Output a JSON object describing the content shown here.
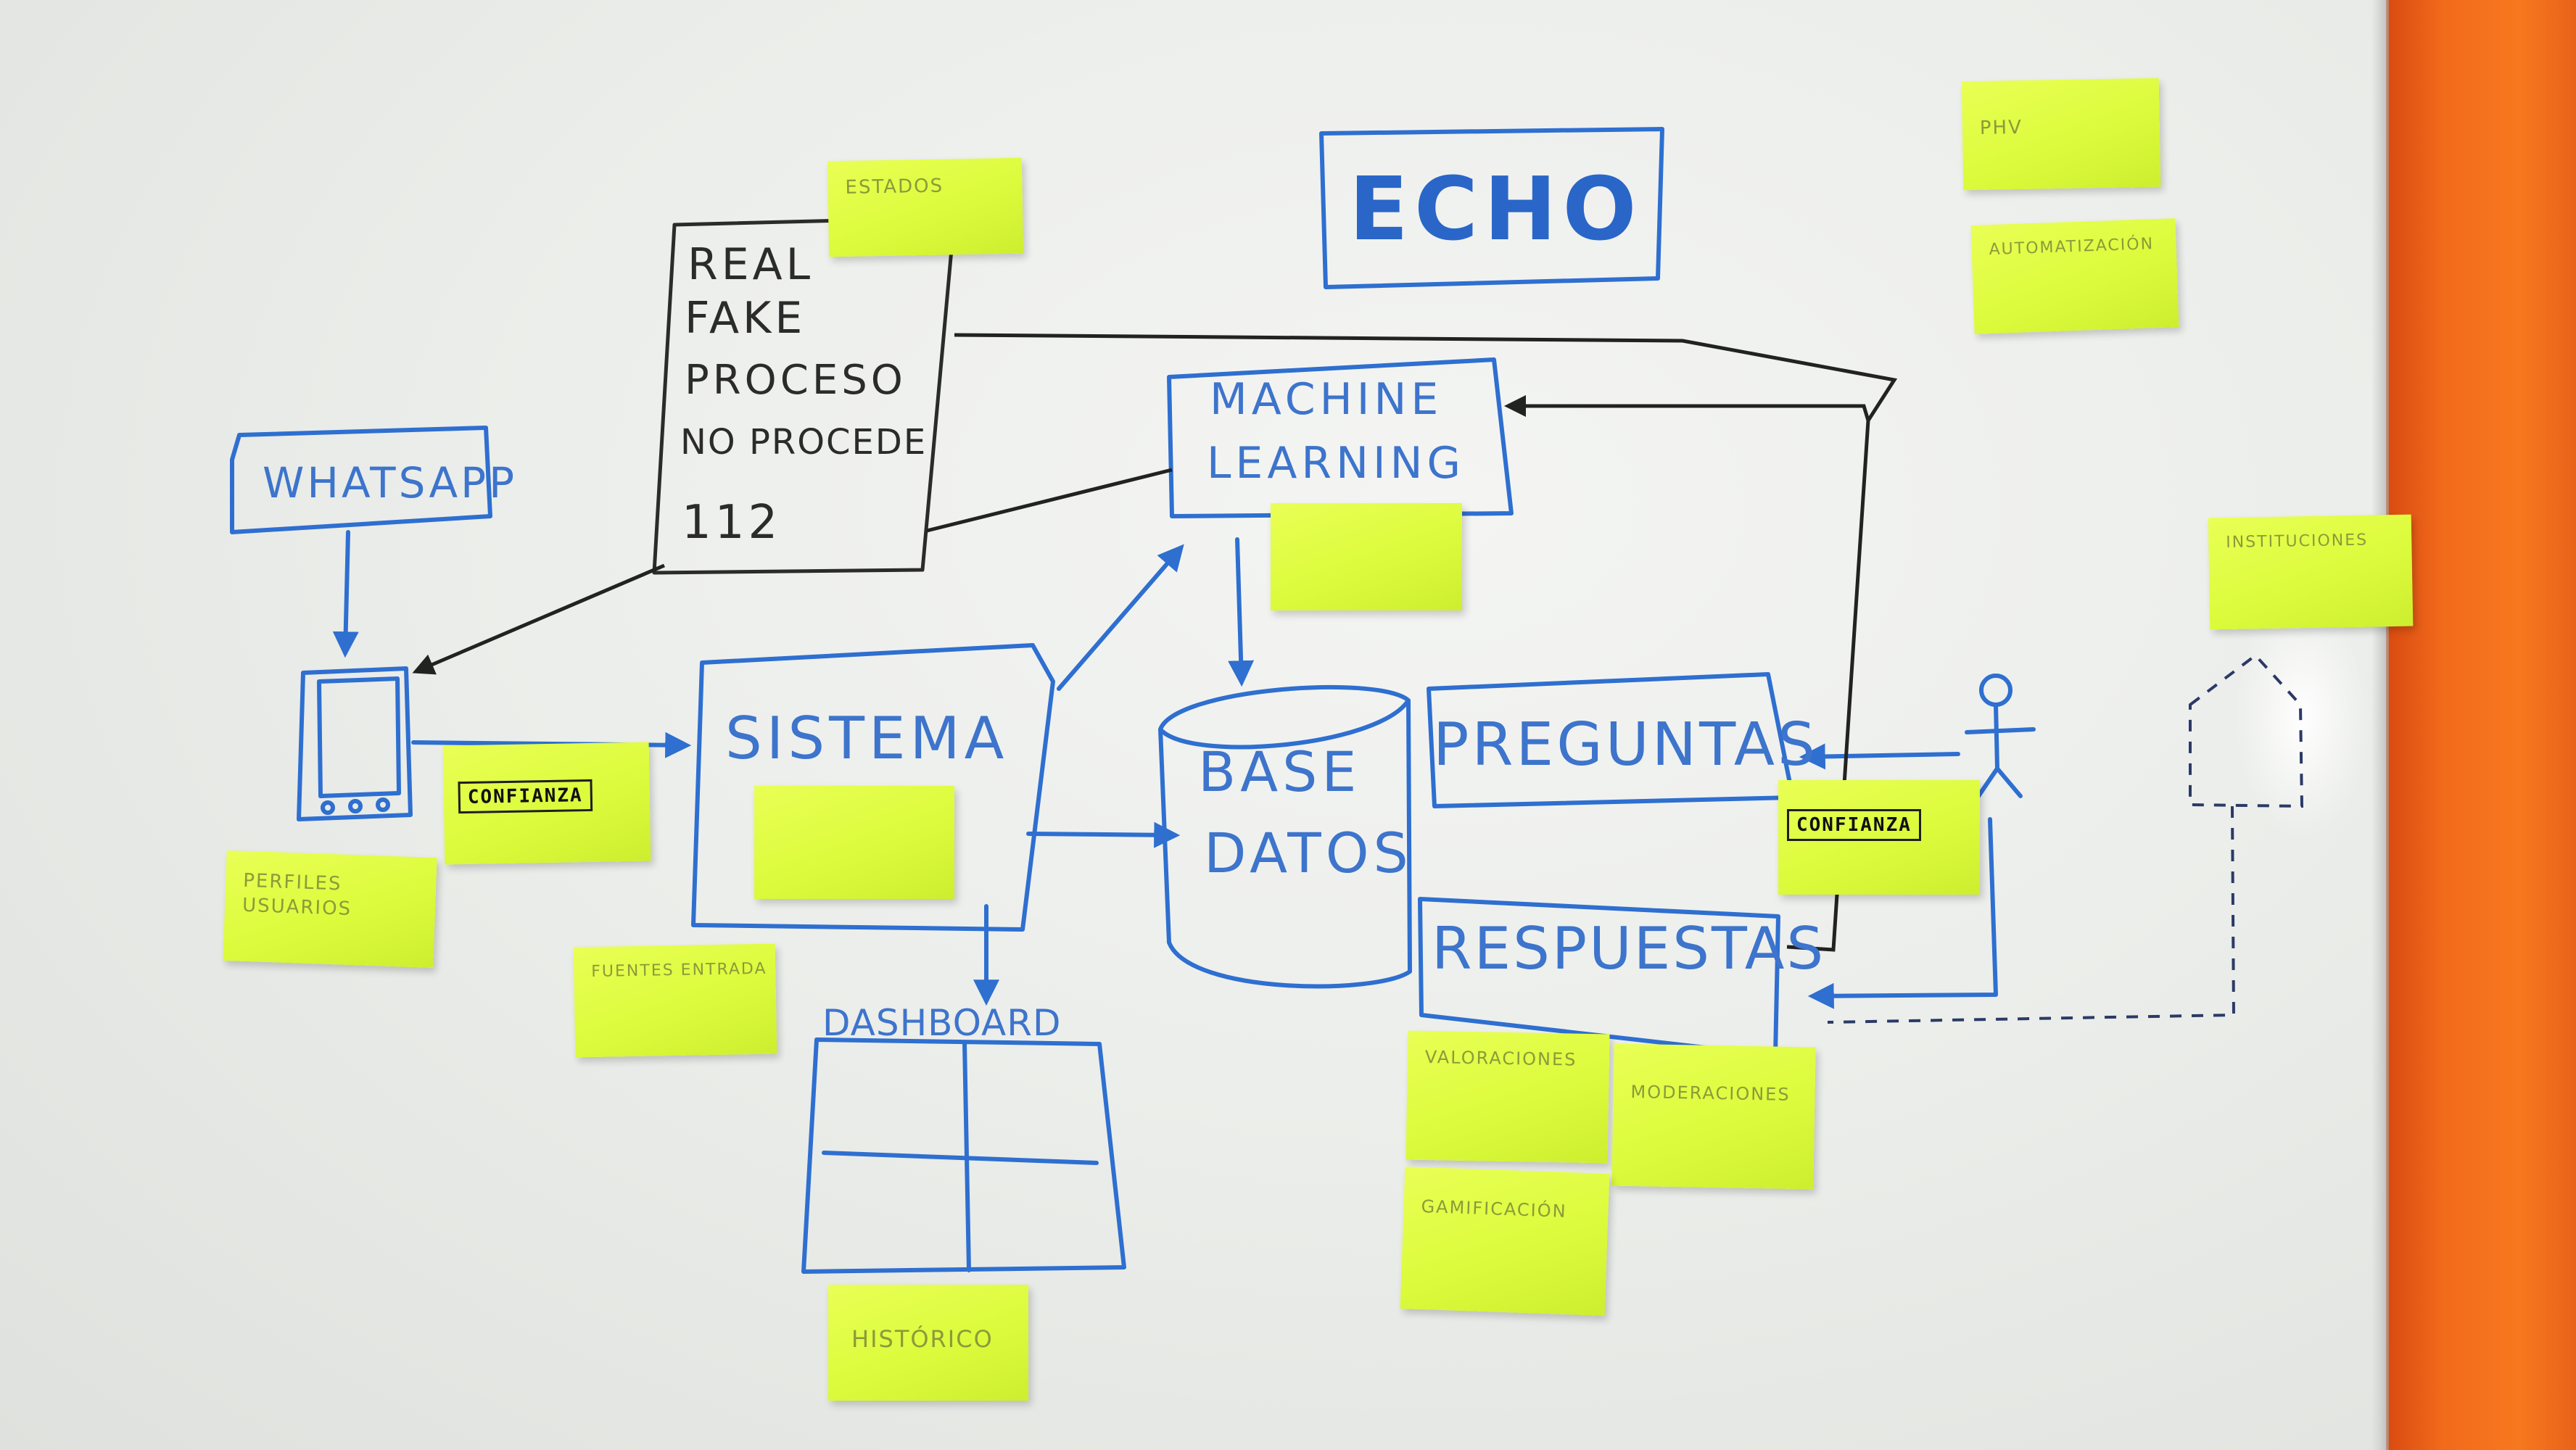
{
  "title": "ECHO",
  "states_box": {
    "header_note": "ESTADOS",
    "lines": [
      "REAL",
      "FAKE",
      "PROCESO",
      "NO PROCEDE",
      "112"
    ]
  },
  "nodes": {
    "whatsapp": "WHATSAPP",
    "sistema": "SISTEMA",
    "machine_learning_line1": "MACHINE",
    "machine_learning_line2": "LEARNING",
    "base_datos_line1": "BASE",
    "base_datos_line2": "DATOS",
    "preguntas": "PREGUNTAS",
    "respuestas": "RESPUESTAS",
    "dashboard": "DASHBOARD"
  },
  "notes": {
    "confianza_left": "CONFIANZA",
    "confianza_right": "CONFIANZA",
    "perfiles_line1": "PERFILES",
    "perfiles_line2": "USUARIOS",
    "fuentes": "FUENTES ENTRADA",
    "historico": "HISTÓRICO",
    "valoraciones": "VALORACIONES",
    "moderaciones": "MODERACIONES",
    "gamificacion": "GAMIFICACIÓN",
    "phv": "PHV",
    "automatizacion": "AUTOMATIZACIÓN",
    "instituciones": "INSTITUCIONES"
  }
}
